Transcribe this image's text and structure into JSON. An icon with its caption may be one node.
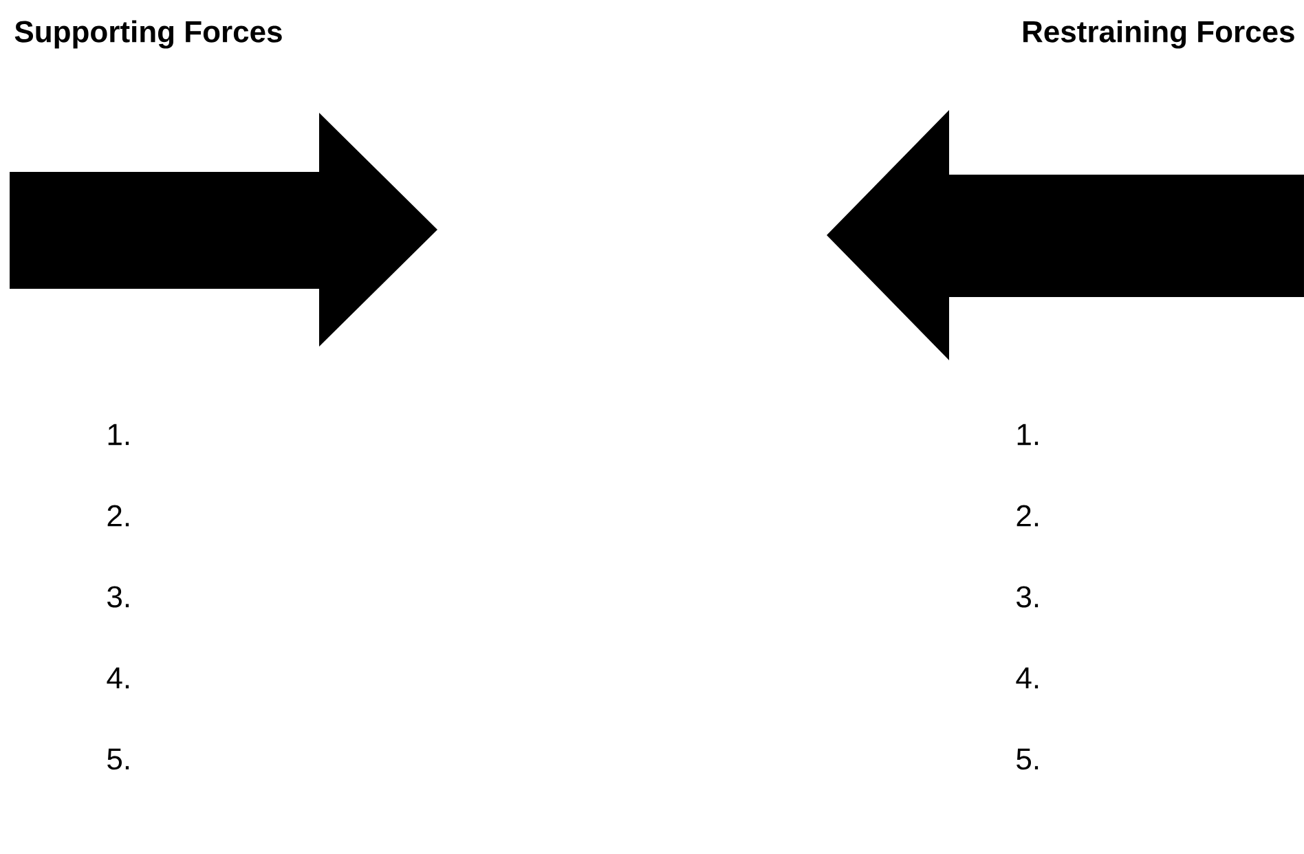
{
  "diagram": {
    "labels": [
      "Supporting Forces",
      "Restraining Forces",
      "1.",
      "1.",
      "2.",
      "2.",
      "3.",
      "3.",
      "4.",
      "4.",
      "5.",
      "5."
    ]
  }
}
